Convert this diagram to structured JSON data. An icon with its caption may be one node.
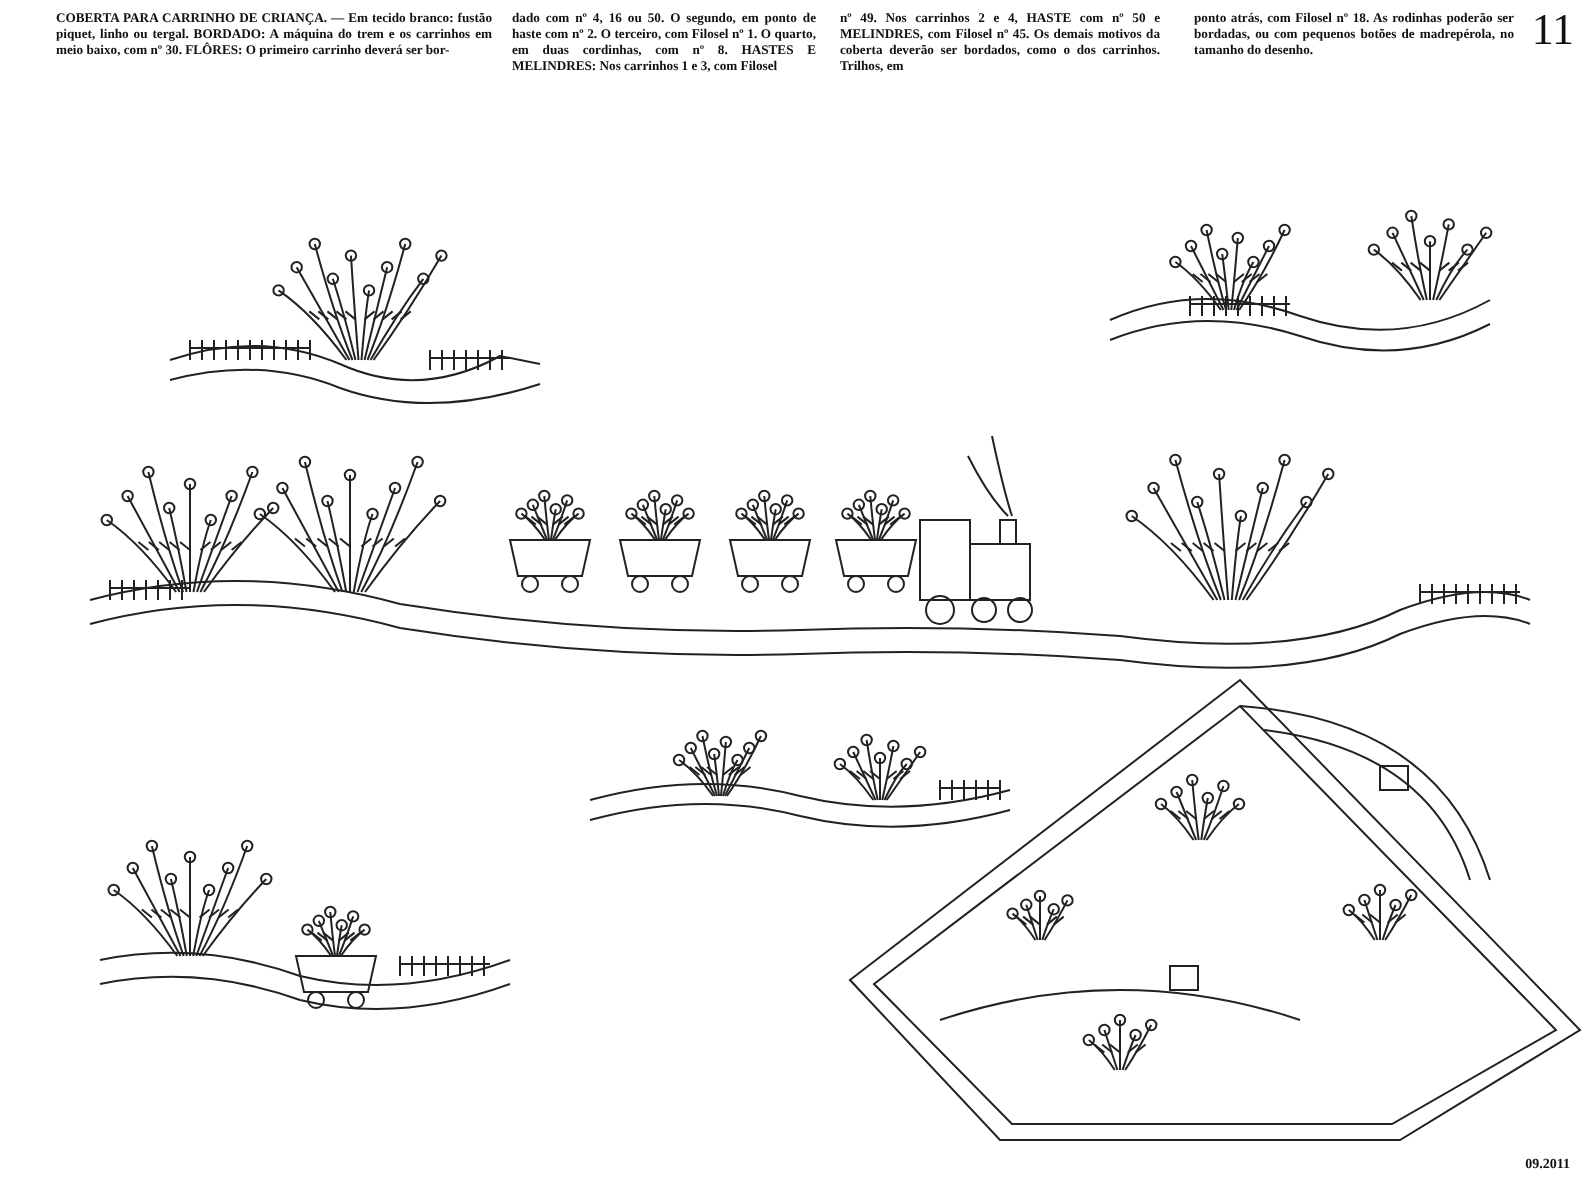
{
  "diagram": {
    "labels": [
      "COBERTA PARA CARRINHO DE CRIANÇA. — Em tecido branco: fustão piquet, linho ou tergal. BORDADO: A máquina do trem e os carrinhos em meio baixo, com nº 30. FLÔRES: O primeiro carrinho deverá ser bor-",
      "dado com nº 4, 16 ou 50. O segundo, em ponto de haste com nº 2. O terceiro, com Filosel nº 1. O quarto, em duas cordinhas, com nº 8. HASTES E MELINDRES: Nos carrinhos 1 e 3, com Filosel",
      "nº 49. Nos carrinhos 2 e 4, HASTE com nº 50 e MELINDRES, com Filosel nº 45. Os demais motivos da coberta deverão ser bordados, como o dos carrinhos. Trilhos, em",
      "ponto atrás, com Filosel nº 18. As rodinhas poderão ser bordadas, ou com pequenos botões de madrepérola, no tamanho do desenho.",
      "11",
      "09.2011"
    ]
  }
}
